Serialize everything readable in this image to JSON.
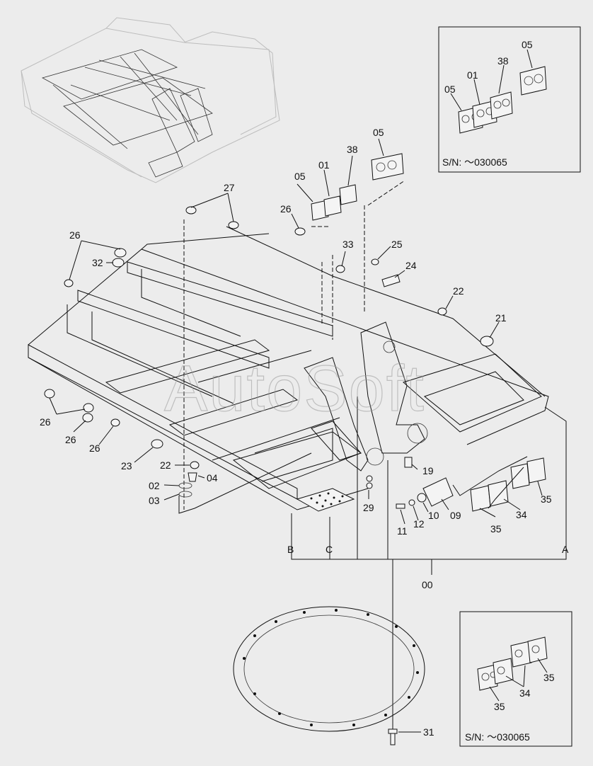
{
  "watermark": "AutoSoft",
  "inset_top": {
    "parts": [
      "05",
      "01",
      "38",
      "05"
    ],
    "serial": "S/N: ～030065"
  },
  "inset_bottom": {
    "parts": [
      "35",
      "34",
      "35"
    ],
    "serial": "S/N: ～030065"
  },
  "callouts": {
    "p05a": "05",
    "p01": "01",
    "p38": "38",
    "p05b": "05",
    "p27": "27",
    "p26a": "26",
    "p26b": "26",
    "p33": "33",
    "p25": "25",
    "p24": "24",
    "p32": "32",
    "p22a": "22",
    "p21": "21",
    "p26c": "26",
    "p26d": "26",
    "p26e": "26",
    "p23": "23",
    "p22b": "22",
    "p04": "04",
    "p02": "02",
    "p03": "03",
    "p29": "29",
    "p19": "19",
    "p11": "11",
    "p12": "12",
    "p10": "10",
    "p09": "09",
    "p35a": "35",
    "p34": "34",
    "p35b": "35",
    "refB": "B",
    "refC": "C",
    "refA": "A",
    "p00": "00",
    "p31": "31"
  },
  "colors": {
    "background": "#ececec",
    "line": "#111111",
    "ghost": "#bdbdbd"
  }
}
